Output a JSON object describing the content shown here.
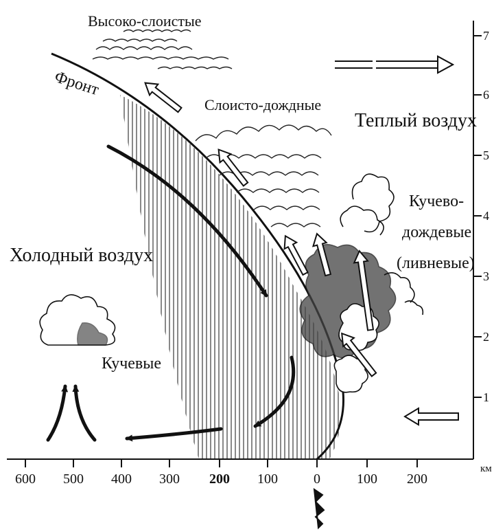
{
  "labels": {
    "altostratus": "Высоко-слоистые",
    "nimbostratus": "Слоисто-дождные",
    "front": "Фронт",
    "warm_air": "Теплый воздух",
    "cold_air": "Холодный воздух",
    "cumulonimbus_line1": "Кучево-",
    "cumulonimbus_line2": "дождевые",
    "cumulonimbus_line3": "(ливневые)",
    "cumulus": "Кучевые"
  },
  "axes": {
    "x_unit": "км",
    "x_ticks": [
      "600",
      "500",
      "400",
      "300",
      "200",
      "100",
      "0",
      "100",
      "200"
    ],
    "y_ticks": [
      "1",
      "2",
      "3",
      "4",
      "5",
      "6",
      "7"
    ]
  }
}
